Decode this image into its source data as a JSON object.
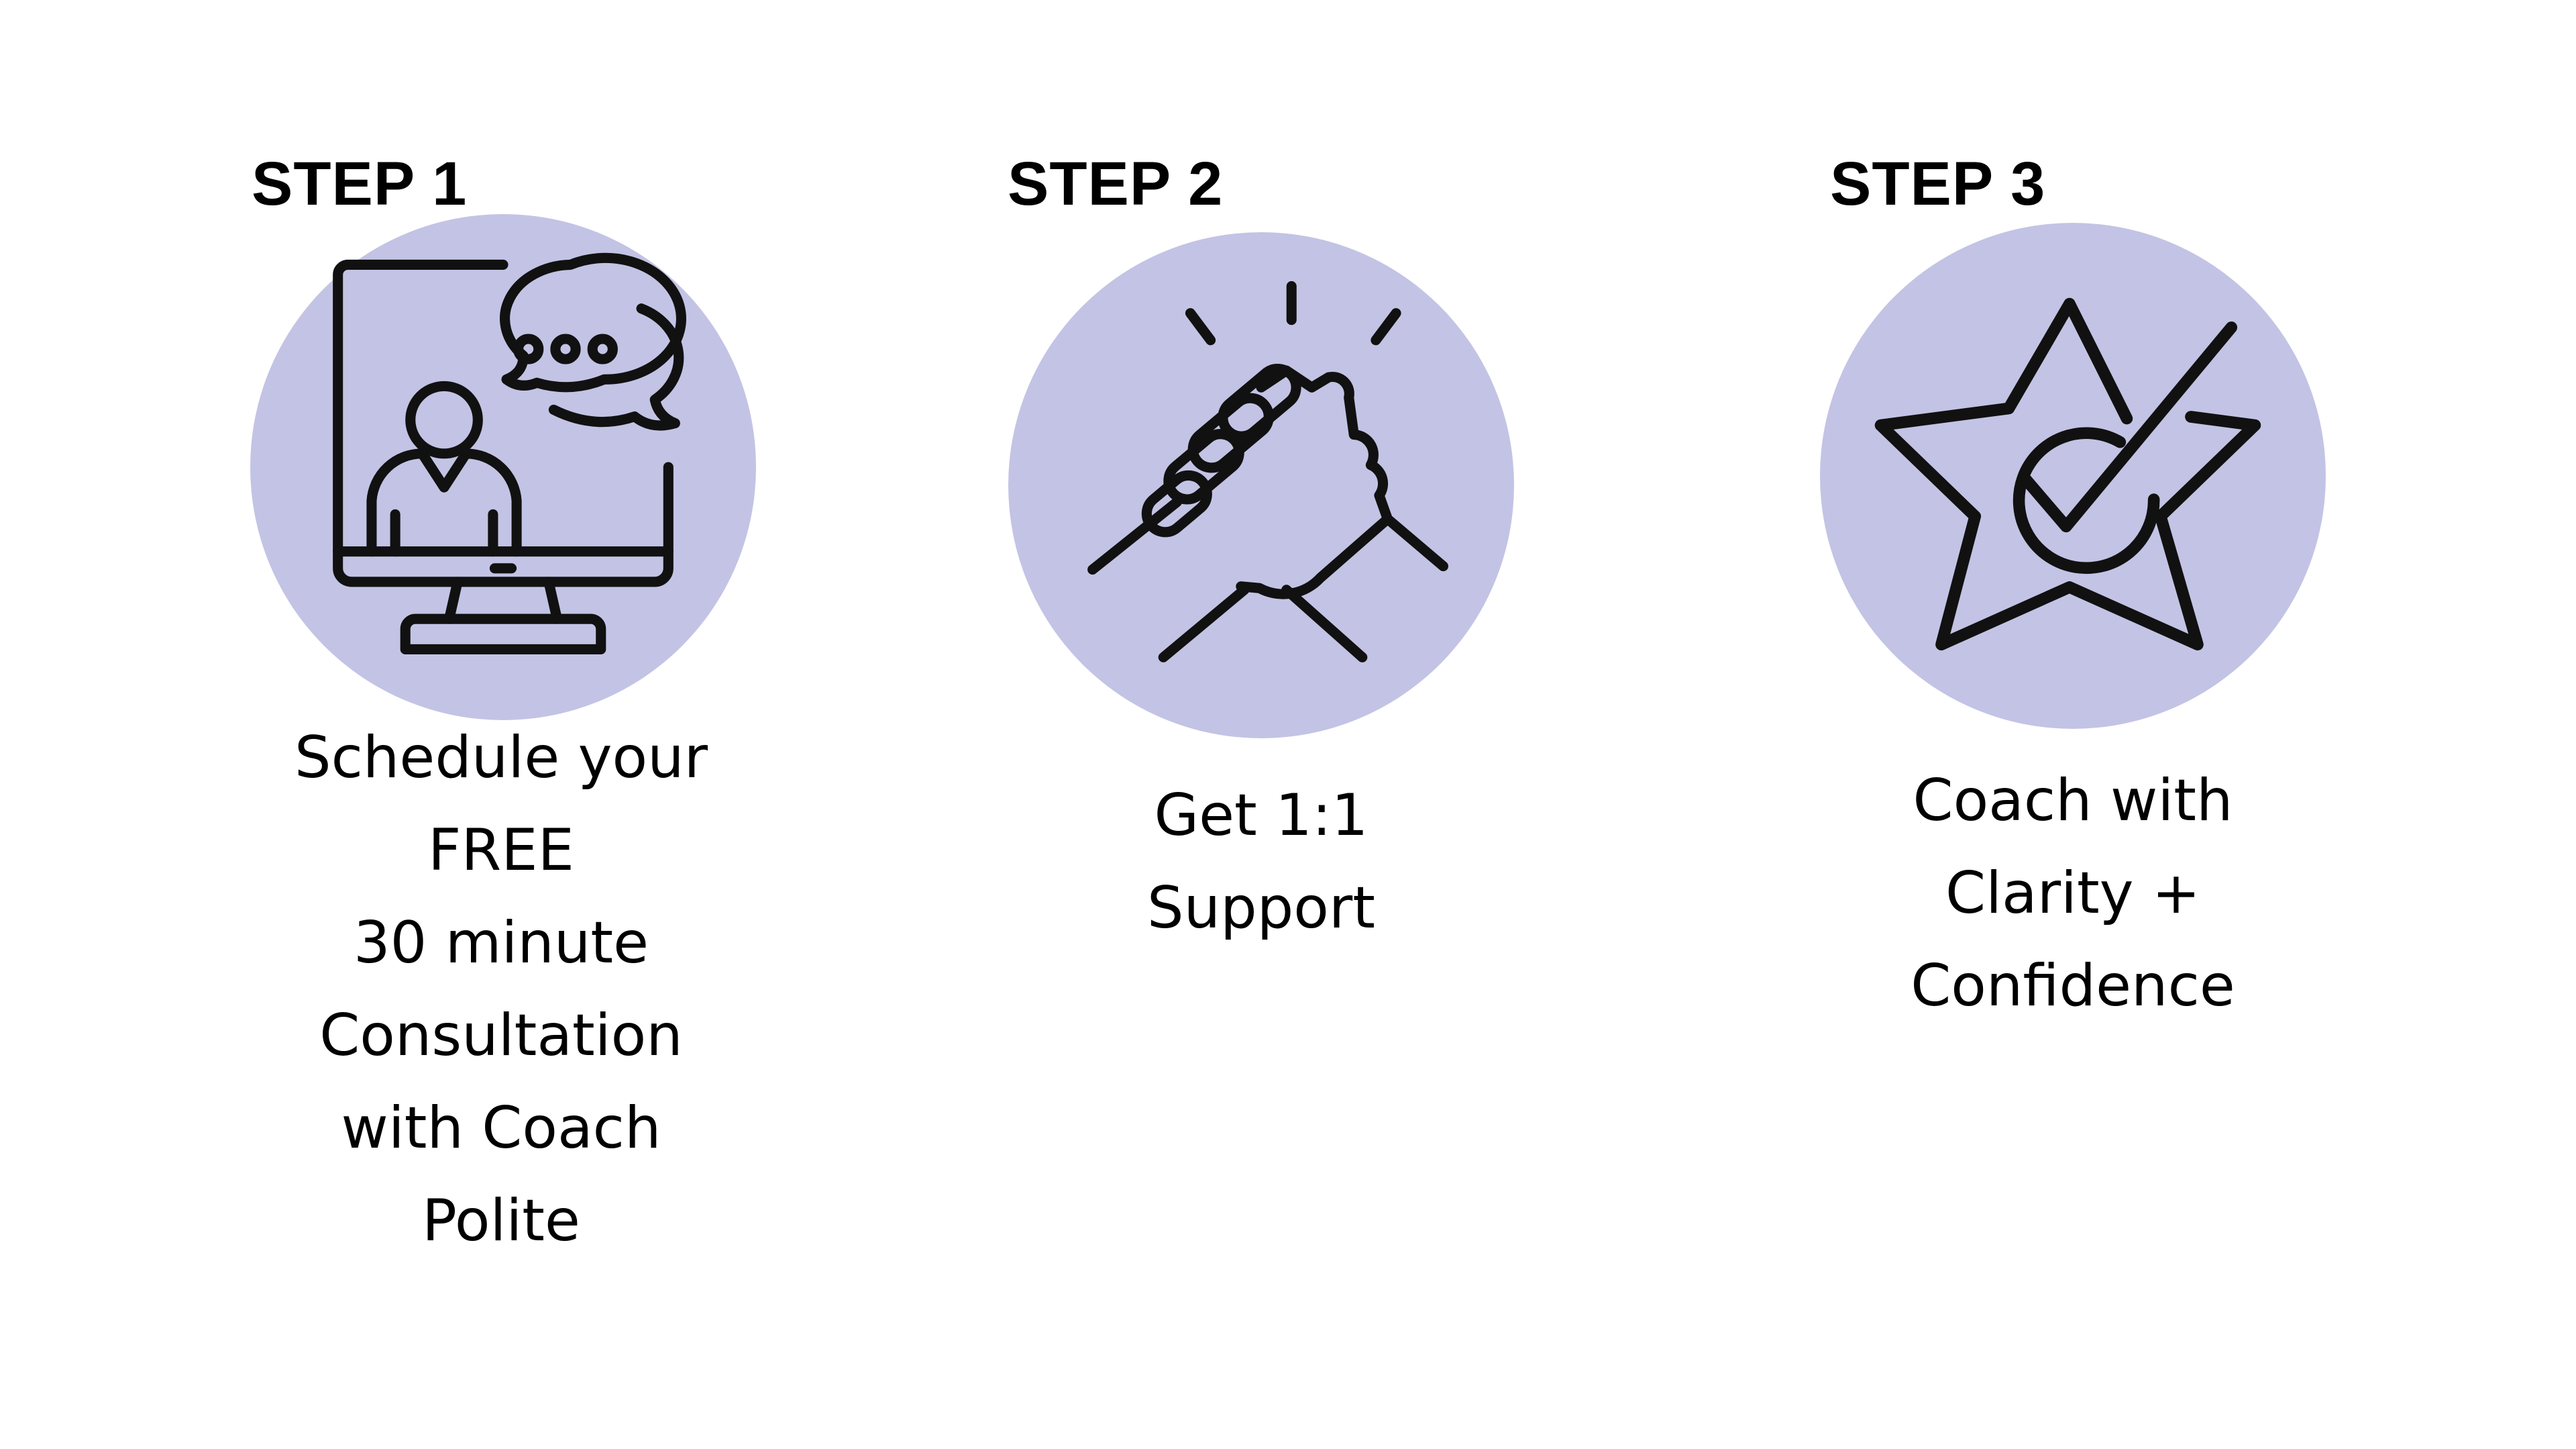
{
  "accent_color": "#c3c3e5",
  "steps": [
    {
      "label": "STEP 1",
      "icon": "video-call-chat-icon",
      "lines": [
        "Schedule your",
        "FREE",
        "30 minute",
        "Consultation",
        "with Coach",
        "Polite"
      ]
    },
    {
      "label": "STEP 2",
      "icon": "handshake-arm-wrestle-icon",
      "lines": [
        "Get 1:1",
        "Support"
      ]
    },
    {
      "label": "STEP 3",
      "icon": "star-check-icon",
      "lines": [
        "Coach with",
        "Clarity +",
        "Confidence"
      ]
    }
  ]
}
